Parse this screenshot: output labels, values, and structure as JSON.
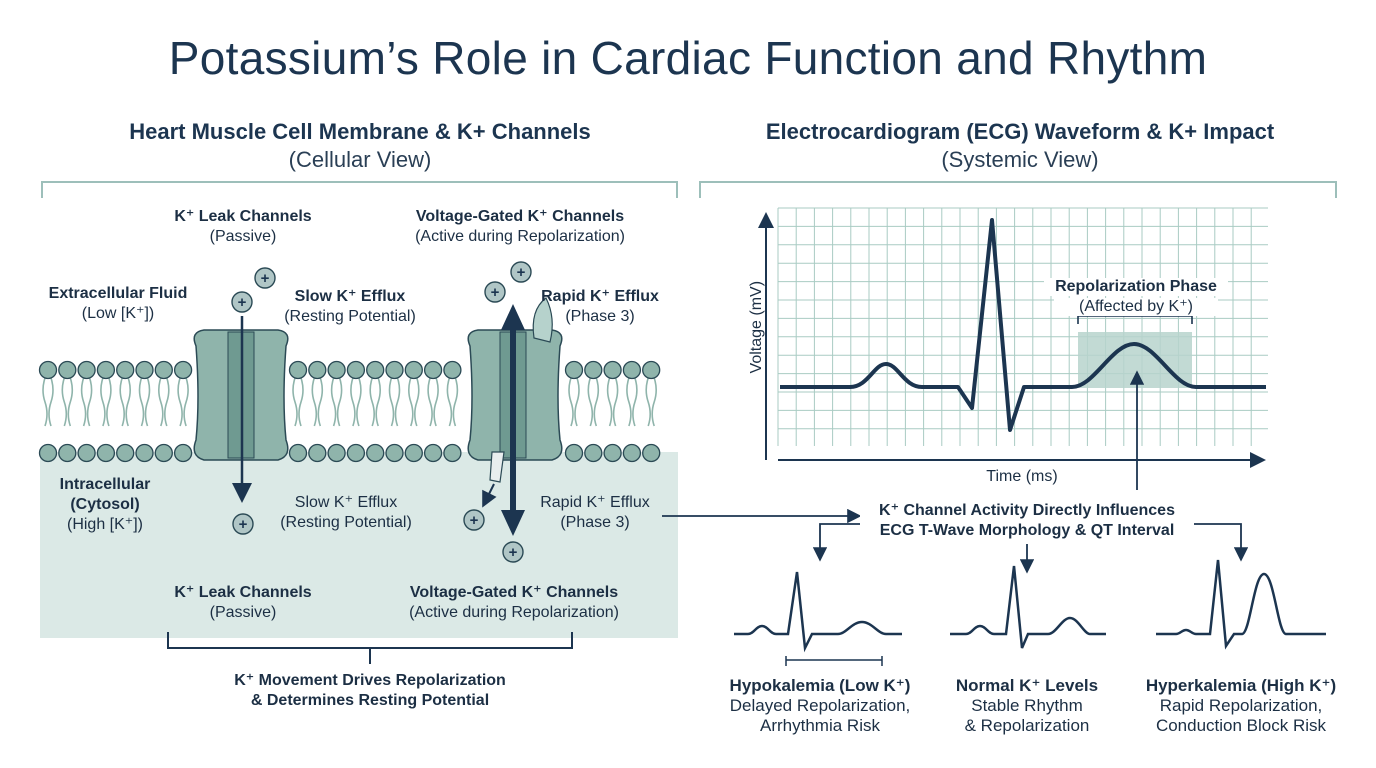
{
  "title": "Potassium’s Role in Cardiac Function and Rhythm",
  "left_panel": {
    "heading": "Heart Muscle Cell Membrane & K+ Channels",
    "subheading": "(Cellular View)",
    "extracellular": {
      "name": "Extracellular Fluid",
      "detail": "(Low [K⁺])"
    },
    "intracellular": {
      "name_line1": "Intracellular",
      "name_line2": "(Cytosol)",
      "detail": "(High [K⁺])"
    },
    "leak_top": {
      "name": "K⁺ Leak Channels",
      "detail": "(Passive)"
    },
    "gated_top": {
      "name": "Voltage-Gated K⁺ Channels",
      "detail": "(Active during Repolarization)"
    },
    "slow_top": {
      "name": "Slow K⁺ Efflux",
      "detail": "(Resting Potential)"
    },
    "rapid_top": {
      "name": "Rapid K⁺ Efflux",
      "detail": "(Phase 3)"
    },
    "slow_bottom": {
      "name": "Slow K⁺ Efflux",
      "detail": "(Resting Potential)"
    },
    "rapid_bottom": {
      "name": "Rapid K⁺ Efflux",
      "detail": "(Phase 3)"
    },
    "leak_bottom": {
      "name": "K⁺ Leak Channels",
      "detail": "(Passive)"
    },
    "gated_bottom": {
      "name": "Voltage-Gated K⁺ Channels",
      "detail": "(Active during Repolarization)"
    },
    "summary_line1": "K⁺ Movement Drives Repolarization",
    "summary_line2": "& Determines Resting Potential",
    "ion_symbol": "+"
  },
  "right_panel": {
    "heading": "Electrocardiogram (ECG) Waveform & K+ Impact",
    "subheading": "(Systemic View)",
    "y_axis_label": "Voltage (mV)",
    "x_axis_label": "Time (ms)",
    "repol_name": "Repolarization Phase",
    "repol_detail": "(Affected by K⁺)",
    "influence_line1": "K⁺ Channel Activity Directly Influences",
    "influence_line2": "ECG T-Wave Morphology & QT Interval",
    "cases": [
      {
        "name": "Hypokalemia (Low K⁺)",
        "line1": "Delayed Repolarization,",
        "line2": "Arrhythmia Risk"
      },
      {
        "name": "Normal K⁺ Levels",
        "line1": "Stable Rhythm",
        "line2": "& Repolarization"
      },
      {
        "name": "Hyperkalemia (High K⁺)",
        "line1": "Rapid Repolarization,",
        "line2": "Conduction Block Risk"
      }
    ]
  },
  "colors": {
    "navy": "#1c3550",
    "teal_channel": "#8fb4ab",
    "cytosol": "#dbe9e6",
    "grid": "#a9cbc3",
    "bracket": "#9dbfba",
    "highlight": "#b7d3cc"
  }
}
